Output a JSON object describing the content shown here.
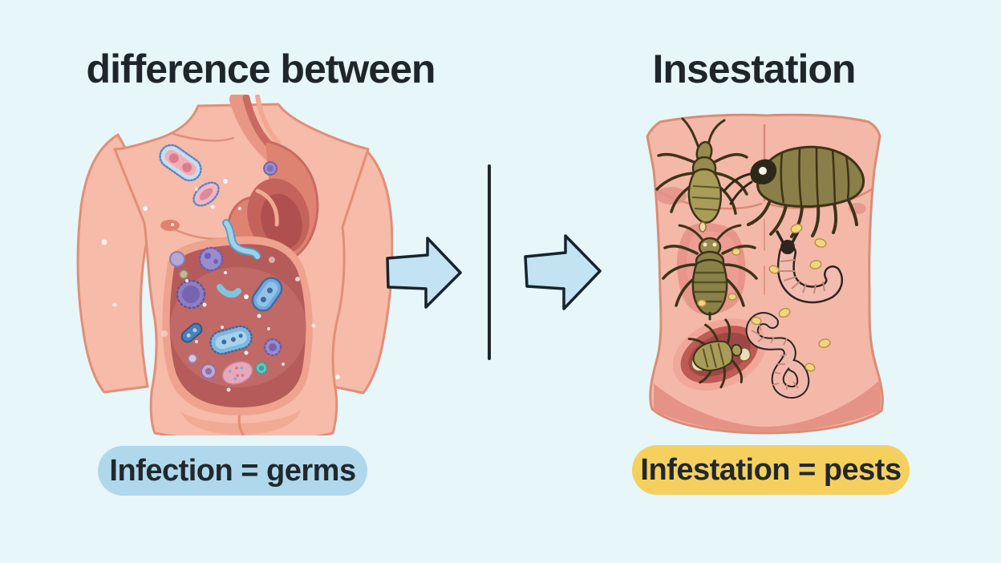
{
  "page": {
    "background_color": "#E7F6F8",
    "divider_color": "#1F262B",
    "arrow_fill": "#C3E2F2",
    "arrow_stroke": "#16242C"
  },
  "header": {
    "title_left": "difference between",
    "title_right": "Insestation"
  },
  "labels": {
    "infection": {
      "text": "Infection = germs",
      "bg": "#AFD8ED"
    },
    "infestation": {
      "text": "Infestation = pests",
      "bg": "#F6D05E"
    }
  },
  "left_figure": {
    "name": "human-torso-with-germs-illustration",
    "skin_color": "#F6BBA9",
    "cavity_color": "#B55B59",
    "stomach_color": "#C4625C",
    "germ_colors": [
      "#7FB7E0",
      "#9B8CCB",
      "#E890A0",
      "#66C4BE"
    ],
    "items": [
      "capsule-bacterium",
      "spiky-bacterium",
      "small-virus",
      "spiral-bacterium",
      "purple-virus",
      "lavender-cell",
      "big-purple-virus",
      "curved-bacterium",
      "spotted-capsule-bacterium",
      "rod-bacterium",
      "big-blue-bacterium",
      "spiky-virus-small",
      "ring-cell",
      "purple-cell",
      "speckled-cluster",
      "teal-virus",
      "sparkles"
    ]
  },
  "right_figure": {
    "name": "human-torso-with-pests-illustration",
    "skin_color": "#F4B8A8",
    "pest_color": "#968B4D",
    "lesion_color": "#9E4846",
    "egg_color": "#F2D584",
    "items": [
      "louse",
      "bedbug-isopod",
      "body-louse",
      "larva",
      "worm",
      "tick-in-lesion",
      "eggs",
      "bite-marks"
    ]
  }
}
